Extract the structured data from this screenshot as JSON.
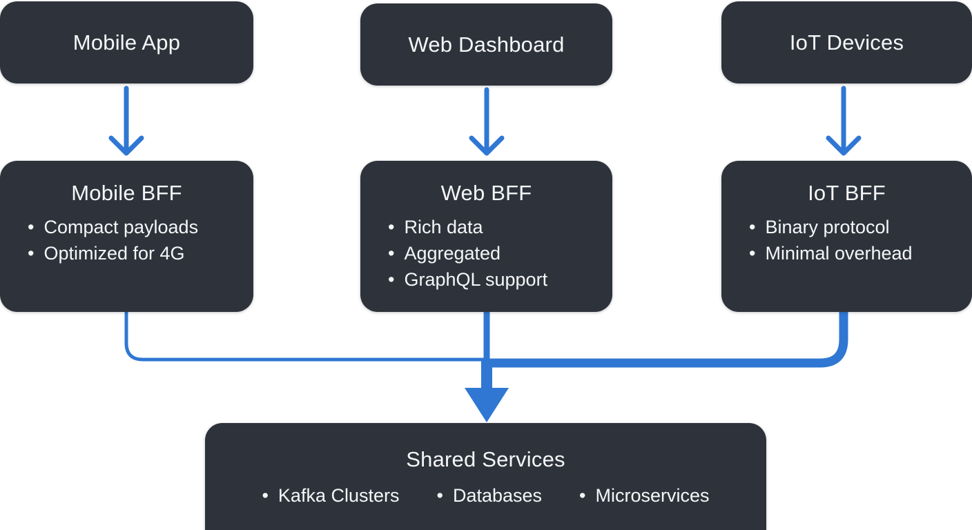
{
  "colors": {
    "canvas_bg": "#ffffff",
    "box_bg": "#2e333b",
    "box_text": "#f5f6f8",
    "arrow": "#2f77d3"
  },
  "glyphs": {
    "bullet": "•"
  },
  "top_row": [
    {
      "label": "Mobile App"
    },
    {
      "label": "Web Dashboard"
    },
    {
      "label": "IoT Devices"
    }
  ],
  "bff_row": [
    {
      "title": "Mobile BFF",
      "bullets": [
        "Compact payloads",
        "Optimized for 4G"
      ]
    },
    {
      "title": "Web BFF",
      "bullets": [
        "Rich data",
        "Aggregated",
        "GraphQL support"
      ]
    },
    {
      "title": "IoT BFF",
      "bullets": [
        "Binary protocol",
        "Minimal overhead"
      ]
    }
  ],
  "shared_services": {
    "title": "Shared Services",
    "bullets": [
      "Kafka Clusters",
      "Databases",
      "Microservices"
    ]
  }
}
